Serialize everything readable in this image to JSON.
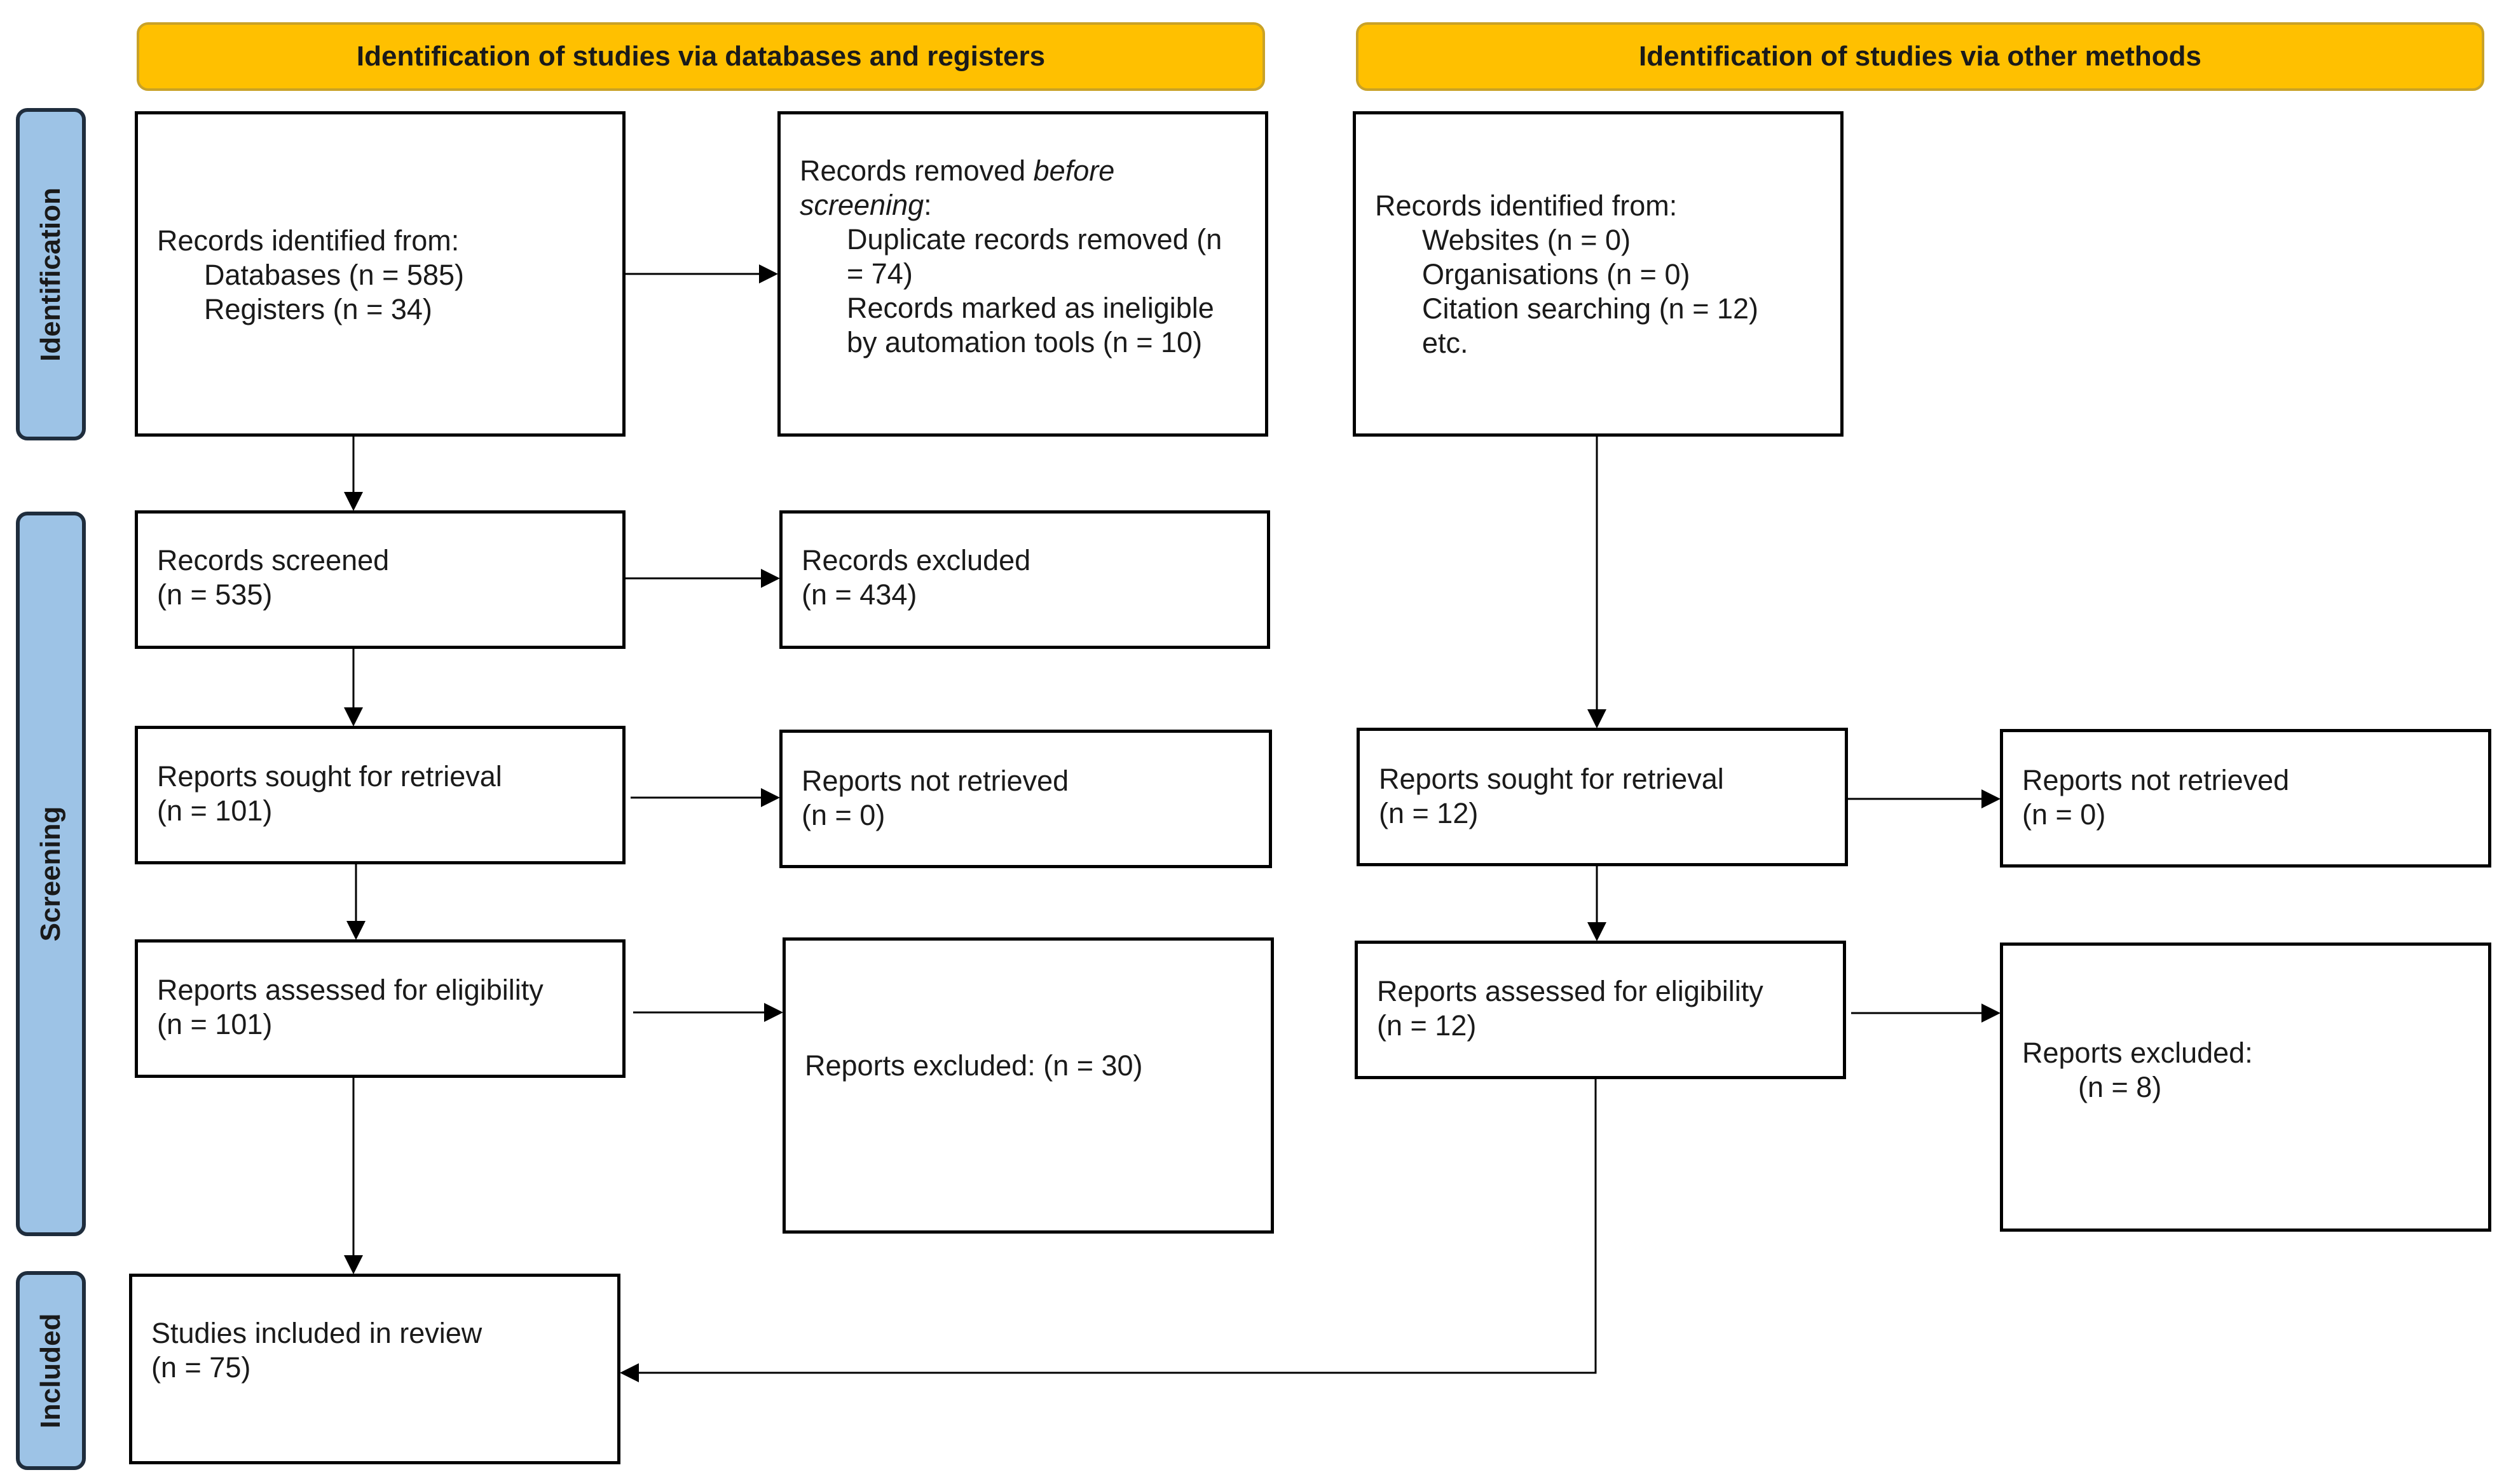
{
  "headers": {
    "databases": "Identification of studies via databases and registers",
    "other": "Identification of studies via other methods"
  },
  "stages": {
    "identification": "Identification",
    "screening": "Screening",
    "included": "Included"
  },
  "left": {
    "identified": {
      "intro": "Records identified from:",
      "databases": "Databases (n = 585)",
      "registers": "Registers (n = 34)"
    },
    "removed": {
      "prefix": "Records removed ",
      "emph1": "before",
      "emph2": "screening",
      "suffix": ":",
      "dup1": "Duplicate records removed (n",
      "dup2": "= 74)",
      "inel1": "Records marked as ineligible",
      "inel2": "by automation tools (n = 10)"
    },
    "screened": {
      "label": "Records screened",
      "n": "(n = 535)"
    },
    "excluded": {
      "label": "Records excluded",
      "n": "(n = 434)"
    },
    "sought": {
      "label": "Reports sought for retrieval",
      "n": "(n = 101)"
    },
    "not_retrieved": {
      "label": "Reports not retrieved",
      "n": "(n = 0)"
    },
    "assessed": {
      "label": "Reports assessed for eligibility",
      "n": "(n = 101)"
    },
    "reports_excluded": {
      "label": "Reports excluded: (n = 30)"
    },
    "included": {
      "label": "Studies included in review",
      "n": "(n = 75)"
    }
  },
  "right": {
    "identified": {
      "intro": "Records identified from:",
      "websites": "Websites (n = 0)",
      "organisations": "Organisations (n = 0)",
      "citation": "Citation searching (n = 12)",
      "etc": "etc."
    },
    "sought": {
      "label": "Reports sought for retrieval",
      "n": "(n = 12)"
    },
    "not_retrieved": {
      "label": "Reports not retrieved",
      "n": "(n = 0)"
    },
    "assessed": {
      "label": "Reports assessed for eligibility",
      "n": "(n = 12)"
    },
    "reports_excluded": {
      "label": "Reports excluded:",
      "n": "(n = 8)"
    }
  },
  "colors": {
    "header_fill": "#FFC000",
    "stage_fill": "#9DC3E6",
    "line": "#000000"
  }
}
